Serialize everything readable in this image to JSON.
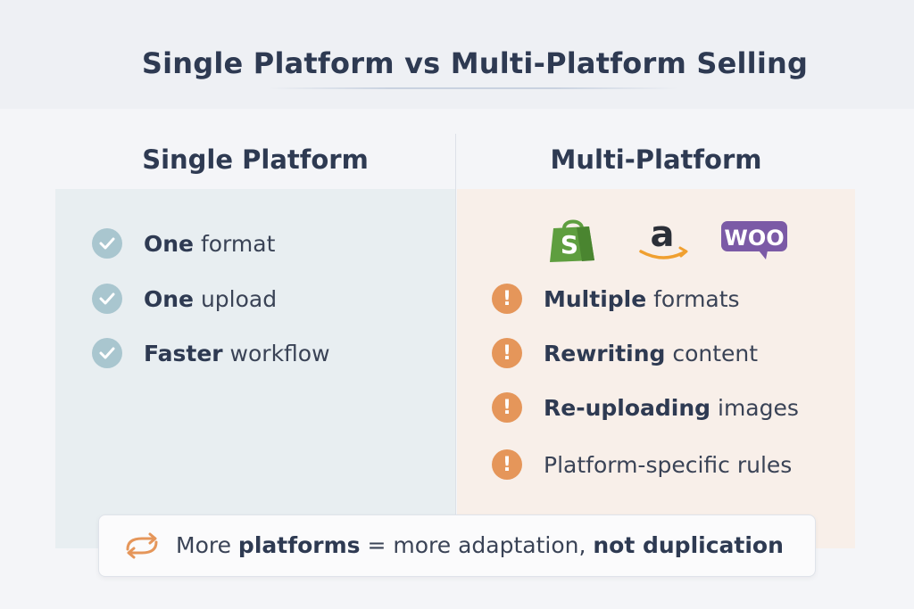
{
  "title": "Single Platform vs Multi-Platform Selling",
  "left": {
    "heading": "Single Platform",
    "items": [
      {
        "bold": "One",
        "rest": " format",
        "icon": "check-icon"
      },
      {
        "bold": "One",
        "rest": " upload",
        "icon": "check-icon"
      },
      {
        "bold": "Faster",
        "rest": " workflow",
        "icon": "check-icon"
      }
    ]
  },
  "right": {
    "heading": "Multi-Platform",
    "logos": [
      "shopify-logo",
      "amazon-logo",
      "woocommerce-logo"
    ],
    "woo_text": "WOO",
    "items": [
      {
        "bold": "Multiple",
        "rest": " formats",
        "icon": "warning-icon"
      },
      {
        "bold": "Rewriting",
        "rest": " content",
        "icon": "warning-icon"
      },
      {
        "bold": "Re-uploading",
        "rest": " images",
        "icon": "warning-icon"
      },
      {
        "bold": "",
        "rest": "Platform-specific rules",
        "icon": "warning-icon"
      }
    ],
    "warn_glyph": "!"
  },
  "footer": {
    "icon": "cycle-arrow-icon",
    "part1": "More ",
    "part2": "platforms",
    "part3": " = more adaptation, ",
    "part4": "not duplication"
  },
  "colors": {
    "check": "#a9c6cf",
    "warning": "#e5965a",
    "shopify": "#5e9e3f",
    "amazon_arrow": "#f0a030",
    "woo": "#7b5aa6"
  }
}
